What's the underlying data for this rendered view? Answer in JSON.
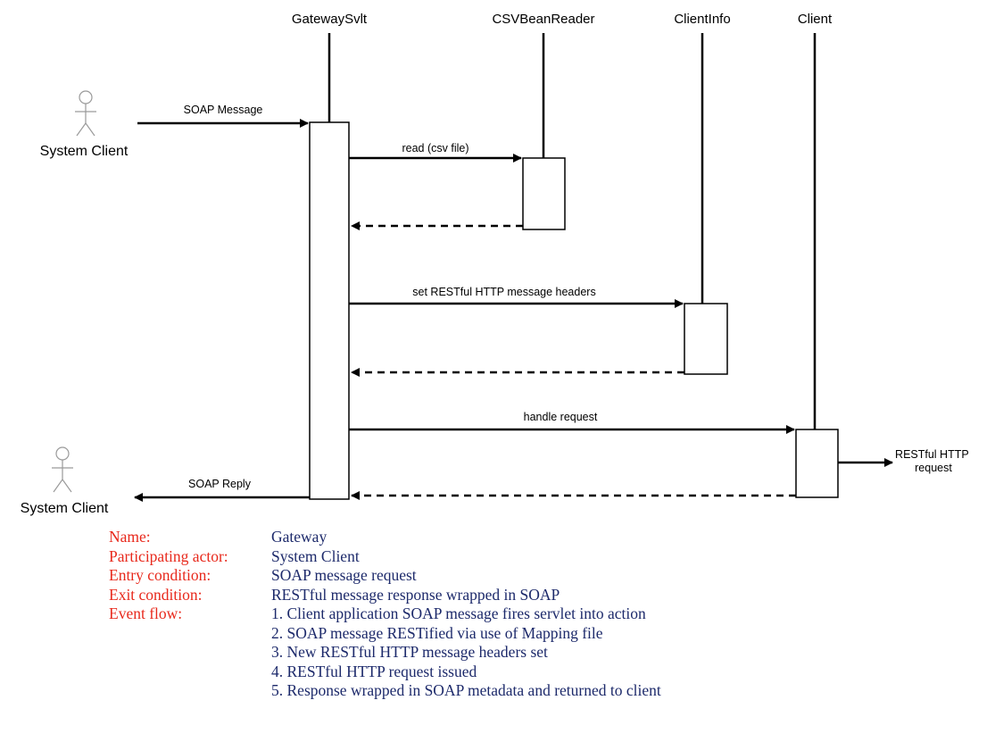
{
  "lifelines": [
    {
      "name": "GatewaySvlt"
    },
    {
      "name": "CSVBeanReader"
    },
    {
      "name": "ClientInfo"
    },
    {
      "name": "Client"
    }
  ],
  "actors": [
    {
      "name": "System Client"
    },
    {
      "name": "System Client"
    }
  ],
  "messages": [
    {
      "label": "SOAP Message"
    },
    {
      "label": "read (csv file)"
    },
    {
      "label": "set RESTful HTTP message headers"
    },
    {
      "label": "handle request"
    },
    {
      "label": "RESTful HTTP\nrequest"
    },
    {
      "label": "SOAP Reply"
    }
  ],
  "usecase": {
    "name_key": "Name:",
    "name_val": "Gateway",
    "actor_key": "Participating actor:",
    "actor_val": "System Client",
    "entry_key": "Entry condition:",
    "entry_val": "SOAP message request",
    "exit_key": "Exit condition:",
    "exit_val": "RESTful message response wrapped in SOAP",
    "flow_key": "Event flow:",
    "steps": [
      "1. Client application SOAP message fires servlet into action",
      "2. SOAP message RESTified via use of Mapping file",
      "3. New RESTful HTTP message headers set",
      "4. RESTful HTTP request issued",
      "5. Response wrapped in SOAP metadata and returned to client"
    ]
  },
  "colors": {
    "key": "#e8291c",
    "value": "#1d2a6b",
    "line": "#000000",
    "actor": "#9a9a9a"
  }
}
